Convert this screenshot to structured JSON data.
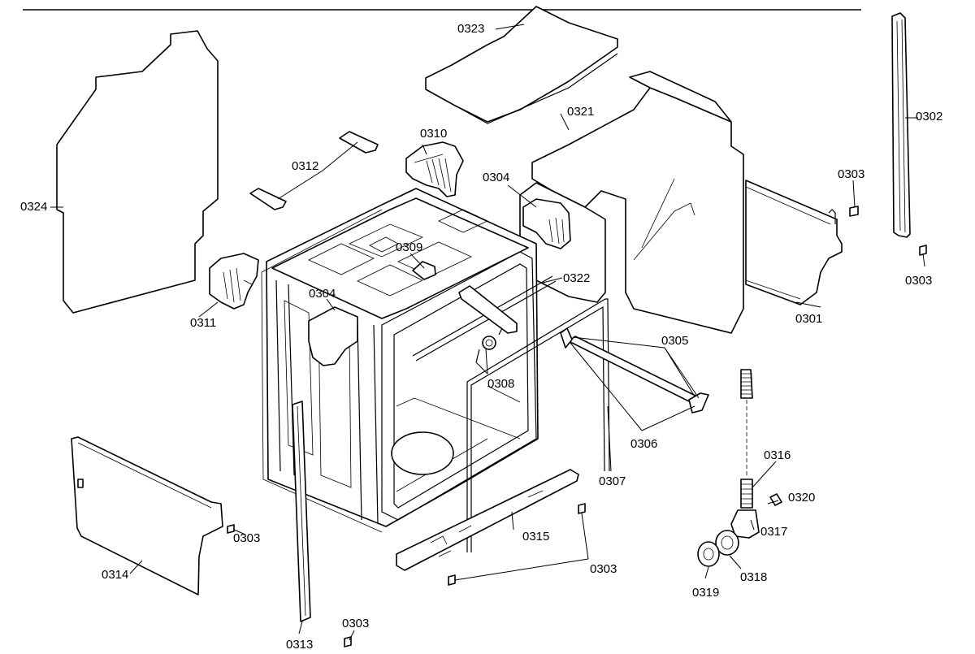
{
  "labels": {
    "p0301": "0301",
    "p0302": "0302",
    "p0303a": "0303",
    "p0303b": "0303",
    "p0303c": "0303",
    "p0303d": "0303",
    "p0303e": "0303",
    "p0304a": "0304",
    "p0304b": "0304",
    "p0305": "0305",
    "p0306": "0306",
    "p0307": "0307",
    "p0308": "0308",
    "p0309": "0309",
    "p0310": "0310",
    "p0311": "0311",
    "p0312": "0312",
    "p0313": "0313",
    "p0314": "0314",
    "p0315": "0315",
    "p0316": "0316",
    "p0317": "0317",
    "p0318": "0318",
    "p0319": "0319",
    "p0320": "0320",
    "p0321": "0321",
    "p0322": "0322",
    "p0323": "0323",
    "p0324": "0324"
  }
}
